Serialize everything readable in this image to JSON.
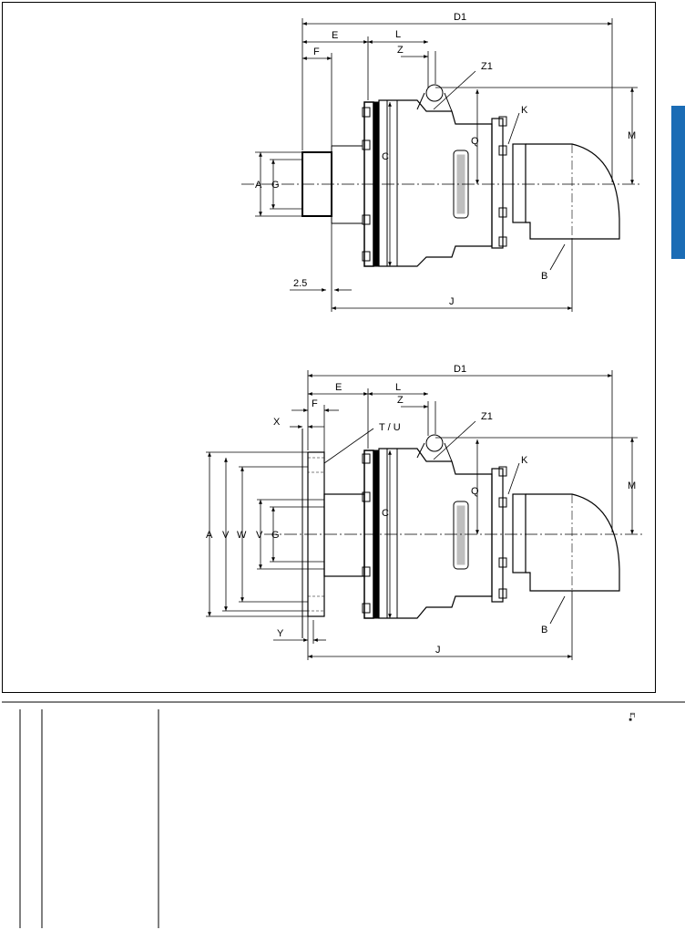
{
  "top_view": {
    "dim_D1": "D1",
    "dim_E": "E",
    "dim_L": "L",
    "dim_F": "F",
    "dim_Z": "Z",
    "dim_Z1": "Z1",
    "dim_K": "K",
    "dim_M": "M",
    "dim_Q": "Q",
    "dim_C": "C",
    "dim_A": "A",
    "dim_G": "G",
    "dim_B": "B",
    "dim_J": "J",
    "dim_offset": "2.5"
  },
  "bottom_view": {
    "dim_D1": "D1",
    "dim_E": "E",
    "dim_L": "L",
    "dim_F": "F",
    "dim_X": "X",
    "dim_TU": "T / U",
    "dim_Z": "Z",
    "dim_Z1": "Z1",
    "dim_K": "K",
    "dim_M": "M",
    "dim_Q": "Q",
    "dim_C": "C",
    "dim_A": "A",
    "dim_V1": "V",
    "dim_W": "W",
    "dim_V2": "V",
    "dim_G": "G",
    "dim_B": "B",
    "dim_Y": "Y",
    "dim_J": "J"
  },
  "colors": {
    "side_tab": "#1b6cb5",
    "line": "#000000"
  }
}
